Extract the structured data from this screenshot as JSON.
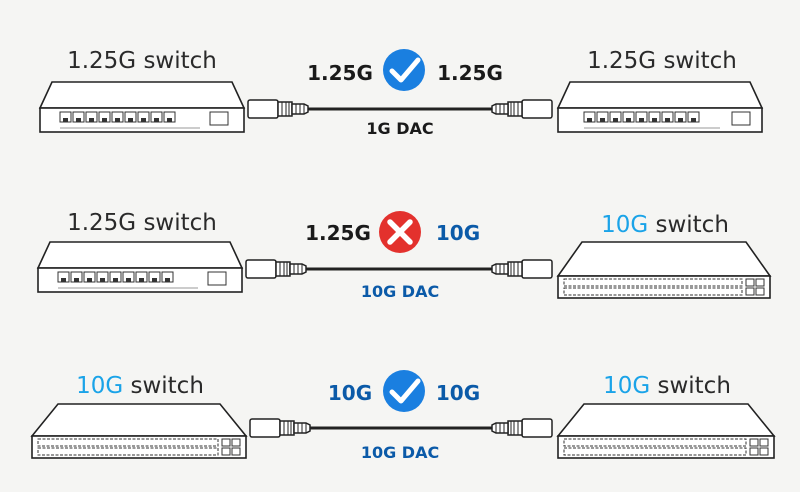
{
  "colors": {
    "blue": "#1aa3e8",
    "dark_blue": "#0b5aa8",
    "black": "#1a1a1a",
    "check": "#1a7fe0",
    "cross": "#e3312d"
  },
  "rows": [
    {
      "left": {
        "speed": "1.25G",
        "word": "switch",
        "highlight": false
      },
      "right": {
        "speed": "1.25G",
        "word": "switch",
        "highlight": false
      },
      "left_speed": "1.25G",
      "right_speed": "1.25G",
      "status_icon": "check-icon",
      "cable": "1G DAC",
      "accent": "black"
    },
    {
      "left": {
        "speed": "1.25G",
        "word": "switch",
        "highlight": false
      },
      "right": {
        "speed": "10G",
        "word": "switch",
        "highlight": true
      },
      "left_speed": "1.25G",
      "right_speed": "10G",
      "status_icon": "cross-icon",
      "cable": "10G DAC",
      "accent": "mixed"
    },
    {
      "left": {
        "speed": "10G",
        "word": "switch",
        "highlight": true
      },
      "right": {
        "speed": "10G",
        "word": "switch",
        "highlight": true
      },
      "left_speed": "10G",
      "right_speed": "10G",
      "status_icon": "check-icon",
      "cable": "10G DAC",
      "accent": "blue"
    }
  ]
}
